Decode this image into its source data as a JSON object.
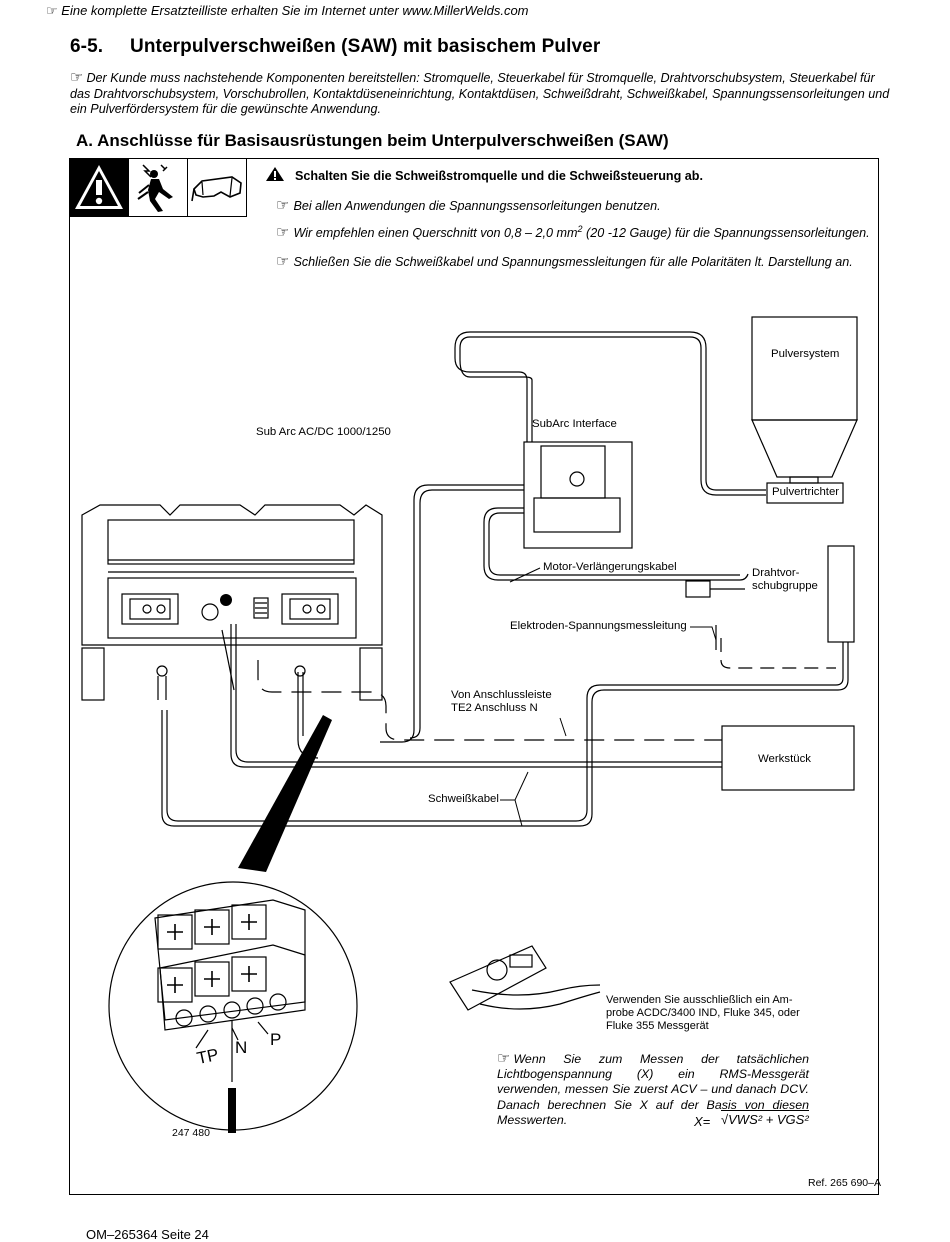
{
  "header": {
    "top_note": "Eine komplette Ersatzteilliste erhalten Sie im Internet unter www.MillerWelds.com",
    "section_number": "6-5.",
    "section_title": "Unterpulverschweißen (SAW) mit basischem Pulver",
    "intro": "Der Kunde muss nachstehende Komponenten bereitstellen: Stromquelle, Steuerkabel für Stromquelle, Drahtvorschubsystem, Steuerkabel für das Drahtvorschubsystem, Vorschubrollen, Kontaktdüseneinrichtung, Kontaktdüsen, Schweißdraht, Schweißkabel, Spannungssensorleitungen und ein Pulverfördersystem für die gewünschte Anwendung.",
    "subsection": "A.  Anschlüsse für Basisausrüstungen beim Unterpulverschweißen (SAW)"
  },
  "icons": {
    "pointing_hand": "☞",
    "warning": "warning-triangle-icon",
    "shock": "electric-shock-icon",
    "glasses": "safety-glasses-icon"
  },
  "warning": {
    "heading": "Schalten Sie die Schweißstromquelle und die Schweißsteuerung ab.",
    "bullet_1": "Bei allen Anwendungen die Spannungssensorleitungen benutzen.",
    "bullet_2_pre": "Wir empfehlen einen Querschnitt von 0,8 – 2,0 mm",
    "bullet_2_sup": "2",
    "bullet_2_post": " (20 -12 Gauge) für die Spannungssensorleitungen.",
    "bullet_3": "Schließen Sie die Schweißkabel und Spannungsmessleitungen für alle Polaritäten lt. Darstellung an."
  },
  "diagram": {
    "power_source": "Sub Arc AC/DC 1000/1250",
    "interface": "SubArc Interface",
    "flux_system": "Pulversystem",
    "flux_hopper": "Pulvertrichter",
    "wire_feeder_line1": "Drahtvor-",
    "wire_feeder_line2": "schubgruppe",
    "motor_cable": "Motor-Verlängerungskabel",
    "electrode_sense": "Elektroden-Spannungsmessleitung",
    "te2_line1": "Von Anschlussleiste",
    "te2_line2": "TE2 Anschluss N",
    "workpiece": "Werkstück",
    "weld_cable": "Schweißkabel",
    "terminal_tp": "TP",
    "terminal_n": "N",
    "terminal_p": "P",
    "figure_number": "247 480",
    "meter_text": "Verwenden Sie ausschließlich ein Am-\nprobe ACDC/3400 IND, Fluke 345, oder\nFluke 355 Messgerät",
    "formula_x": "X=",
    "formula_root": "√VWS² + VGS²",
    "ref": "Ref. 265 690–A"
  },
  "note": "Wenn Sie zum Messen der tatsächlichen Lichtbogenspannung (X) ein RMS-Messgerät verwenden, messen Sie zuerst ACV – und danach DCV. Danach berechnen Sie X auf der Basis von diesen Messwerten.",
  "footer": "OM–265364 Seite 24"
}
